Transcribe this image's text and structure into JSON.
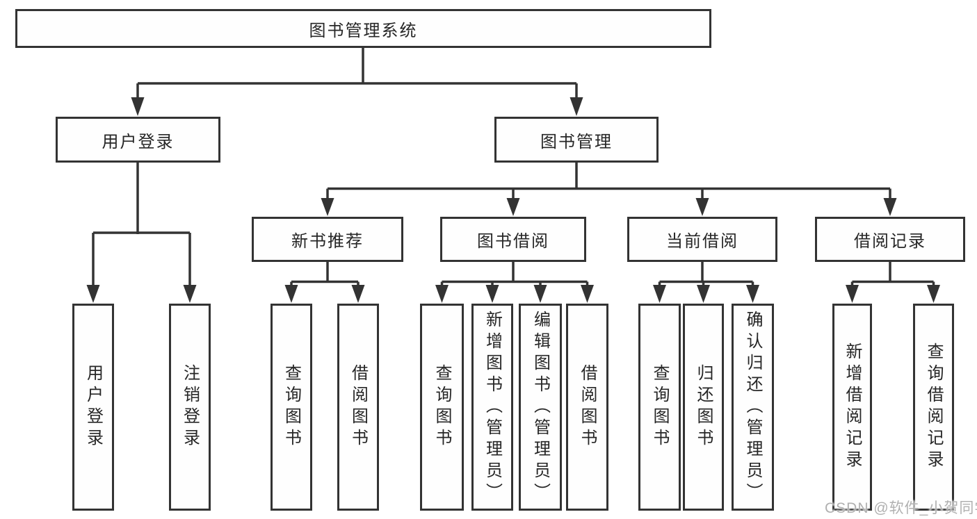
{
  "tree": {
    "label": "图书管理系统",
    "children": [
      {
        "label": "用户登录",
        "children": [
          {
            "label": "用户登录"
          },
          {
            "label": "注销登录"
          }
        ]
      },
      {
        "label": "图书管理",
        "children": [
          {
            "label": "新书推荐",
            "children": [
              {
                "label": "查询图书"
              },
              {
                "label": "借阅图书"
              }
            ]
          },
          {
            "label": "图书借阅",
            "children": [
              {
                "label": "查询图书"
              },
              {
                "label": "新增图书（管理员）"
              },
              {
                "label": "编辑图书（管理员）"
              },
              {
                "label": "借阅图书"
              }
            ]
          },
          {
            "label": "当前借阅",
            "children": [
              {
                "label": "查询图书"
              },
              {
                "label": "归还图书"
              },
              {
                "label": "确认归还（管理员）"
              }
            ]
          },
          {
            "label": "借阅记录",
            "children": [
              {
                "label": "新增借阅记录"
              },
              {
                "label": "查询借阅记录"
              }
            ]
          }
        ]
      }
    ]
  },
  "watermark": {
    "text": "CSDN @软件_小贺同学"
  },
  "colors": {
    "line": "#333333",
    "box_border": "#333333",
    "box_fill": "#fefefe",
    "text": "#262626",
    "watermark": "#b0b0b0",
    "background": "#ffffff"
  }
}
